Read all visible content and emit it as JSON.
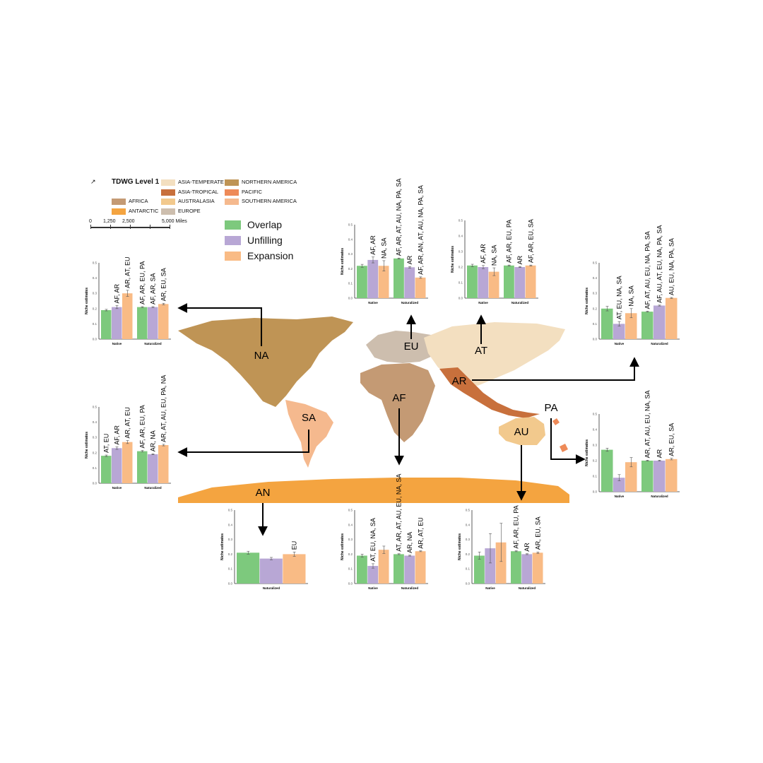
{
  "map_legend": {
    "title": "TDWG Level 1",
    "items": [
      {
        "name": "AFRICA",
        "color": "#c49a74"
      },
      {
        "name": "ANTARCTIC",
        "color": "#f4a440"
      },
      {
        "name": "ASIA-TEMPERATE",
        "color": "#f3dfc0"
      },
      {
        "name": "ASIA-TROPICAL",
        "color": "#c8703c"
      },
      {
        "name": "AUSTRALASIA",
        "color": "#f2c98d"
      },
      {
        "name": "EUROPE",
        "color": "#cdbeae"
      },
      {
        "name": "NORTHERN AMERICA",
        "color": "#bf9455"
      },
      {
        "name": "PACIFIC",
        "color": "#ee8a58"
      },
      {
        "name": "SOUTHERN AMERICA",
        "color": "#f5b98e"
      }
    ],
    "scale_labels": [
      "0",
      "1,250",
      "2,500",
      "5,000 Miles"
    ]
  },
  "series_legend": [
    {
      "name": "Overlap",
      "color": "#7dc97d"
    },
    {
      "name": "Unfilling",
      "color": "#b8a7d5"
    },
    {
      "name": "Expansion",
      "color": "#f9bb85"
    }
  ],
  "region_labels": {
    "NA": "NA",
    "SA": "SA",
    "EU": "EU",
    "AF": "AF",
    "AT": "AT",
    "AR": "AR",
    "PA": "PA",
    "AU": "AU",
    "AN": "AN"
  },
  "chart_data": [
    {
      "id": "NA",
      "type": "bar",
      "ylabel": "Niche estimates",
      "ylim": [
        0,
        0.5
      ],
      "yticks": [
        "0.0",
        "0.1",
        "0.2",
        "0.3",
        "0.4",
        "0.5"
      ],
      "categories": [
        "Native",
        "Naturalized"
      ],
      "series": [
        {
          "name": "Overlap",
          "values": [
            0.19,
            0.21
          ],
          "errors": [
            0.005,
            0.003
          ]
        },
        {
          "name": "Unfilling",
          "values": [
            0.21,
            0.21
          ],
          "errors": [
            0.01,
            0.003
          ]
        },
        {
          "name": "Expansion",
          "values": [
            0.3,
            0.23
          ],
          "errors": [
            0.02,
            0.005
          ]
        }
      ],
      "labels": [
        [
          "",
          "AF, AR",
          "AR, AT, EU"
        ],
        [
          "AF, AR, EU, PA",
          "AF, AR, SA",
          "AR, EU, SA"
        ]
      ]
    },
    {
      "id": "EU",
      "type": "bar",
      "ylabel": "Niche estimates",
      "ylim": [
        0,
        0.5
      ],
      "yticks": [
        "0.0",
        "0.1",
        "0.2",
        "0.3",
        "0.4",
        "0.5"
      ],
      "categories": [
        "Native",
        "Naturalized"
      ],
      "series": [
        {
          "name": "Overlap",
          "values": [
            0.22,
            0.27
          ],
          "errors": [
            0.01,
            0.003
          ]
        },
        {
          "name": "Unfilling",
          "values": [
            0.26,
            0.21
          ],
          "errors": [
            0.02,
            0.005
          ]
        },
        {
          "name": "Expansion",
          "values": [
            0.22,
            0.14
          ],
          "errors": [
            0.035,
            0.005
          ]
        }
      ],
      "labels": [
        [
          "",
          "AF, AR",
          "NA, SA"
        ],
        [
          "AF, AR, AT, AU, NA, PA, SA",
          "AR",
          "AF, AR, AN, AT, AU, NA, PA, SA"
        ]
      ]
    },
    {
      "id": "AT",
      "type": "bar",
      "ylabel": "Niche estimates",
      "ylim": [
        0,
        0.5
      ],
      "yticks": [
        "0.0",
        "0.1",
        "0.2",
        "0.3",
        "0.4",
        "0.5"
      ],
      "categories": [
        "Native",
        "Naturalized"
      ],
      "series": [
        {
          "name": "Overlap",
          "values": [
            0.21,
            0.21
          ],
          "errors": [
            0.008,
            0.003
          ]
        },
        {
          "name": "Unfilling",
          "values": [
            0.2,
            0.2
          ],
          "errors": [
            0.01,
            0.003
          ]
        },
        {
          "name": "Expansion",
          "values": [
            0.17,
            0.21
          ],
          "errors": [
            0.025,
            0.003
          ]
        }
      ],
      "labels": [
        [
          "",
          "AF, AR",
          "NA, SA"
        ],
        [
          "AF, AR, EU, PA",
          "AR",
          "AF, AR, EU, SA"
        ]
      ]
    },
    {
      "id": "AR",
      "type": "bar",
      "ylabel": "Niche estimates",
      "ylim": [
        0,
        0.5
      ],
      "yticks": [
        "0.0",
        "0.1",
        "0.2",
        "0.3",
        "0.4",
        "0.5"
      ],
      "categories": [
        "Native",
        "Naturalized"
      ],
      "series": [
        {
          "name": "Overlap",
          "values": [
            0.2,
            0.18
          ],
          "errors": [
            0.015,
            0.003
          ]
        },
        {
          "name": "Unfilling",
          "values": [
            0.1,
            0.22
          ],
          "errors": [
            0.015,
            0.003
          ]
        },
        {
          "name": "Expansion",
          "values": [
            0.17,
            0.27
          ],
          "errors": [
            0.03,
            0.003
          ]
        }
      ],
      "labels": [
        [
          "",
          "AT, EU, NA, SA",
          "NA, SA"
        ],
        [
          "AF, AT, AU, EU, NA, PA, SA",
          "AF, AU, AT, EU, NA, PA, SA",
          "AU, EU, NA, PA, SA"
        ]
      ]
    },
    {
      "id": "SA",
      "type": "bar",
      "ylabel": "Niche estimates",
      "ylim": [
        0,
        0.5
      ],
      "yticks": [
        "0.0",
        "0.1",
        "0.2",
        "0.3",
        "0.4",
        "0.5"
      ],
      "categories": [
        "Native",
        "Naturalized"
      ],
      "series": [
        {
          "name": "Overlap",
          "values": [
            0.18,
            0.21
          ],
          "errors": [
            0.005,
            0.005
          ]
        },
        {
          "name": "Unfilling",
          "values": [
            0.23,
            0.19
          ],
          "errors": [
            0.008,
            0.003
          ]
        },
        {
          "name": "Expansion",
          "values": [
            0.27,
            0.25
          ],
          "errors": [
            0.01,
            0.005
          ]
        }
      ],
      "labels": [
        [
          "AT, EU",
          "AF, AR",
          "AR, AT, EU"
        ],
        [
          "AF, AR, EU, PA",
          "AR, NA",
          "AR, AT, AU, EU, PA, NA"
        ]
      ]
    },
    {
      "id": "PA",
      "type": "bar",
      "ylabel": "Niche estimates",
      "ylim": [
        0,
        0.5
      ],
      "yticks": [
        "0.0",
        "0.1",
        "0.2",
        "0.3",
        "0.4",
        "0.5"
      ],
      "categories": [
        "Native",
        "Naturalized"
      ],
      "series": [
        {
          "name": "Overlap",
          "values": [
            0.27,
            0.2
          ],
          "errors": [
            0.01,
            0.003
          ]
        },
        {
          "name": "Unfilling",
          "values": [
            0.09,
            0.2
          ],
          "errors": [
            0.02,
            0.003
          ]
        },
        {
          "name": "Expansion",
          "values": [
            0.19,
            0.21
          ],
          "errors": [
            0.03,
            0.005
          ]
        }
      ],
      "labels": [
        [
          "",
          "",
          ""
        ],
        [
          "AR, AT, AU, EU, NA, SA",
          "AR",
          "AR, EU, SA"
        ]
      ]
    },
    {
      "id": "AN",
      "type": "bar",
      "ylabel": "Niche estimates",
      "ylim": [
        0,
        0.5
      ],
      "yticks": [
        "0.0",
        "0.1",
        "0.2",
        "0.3",
        "0.4",
        "0.5"
      ],
      "categories": [
        "Naturalized"
      ],
      "series": [
        {
          "name": "Overlap",
          "values": [
            0.21
          ],
          "errors": [
            0.01
          ]
        },
        {
          "name": "Unfilling",
          "values": [
            0.17
          ],
          "errors": [
            0.008
          ]
        },
        {
          "name": "Expansion",
          "values": [
            0.2
          ],
          "errors": [
            0.015
          ]
        }
      ],
      "labels": [
        [
          "",
          "",
          "EU"
        ]
      ]
    },
    {
      "id": "AF",
      "type": "bar",
      "ylabel": "Niche estimates",
      "ylim": [
        0,
        0.5
      ],
      "yticks": [
        "0.0",
        "0.1",
        "0.2",
        "0.3",
        "0.4",
        "0.5"
      ],
      "categories": [
        "Native",
        "Naturalized"
      ],
      "series": [
        {
          "name": "Overlap",
          "values": [
            0.19,
            0.2
          ],
          "errors": [
            0.01,
            0.003
          ]
        },
        {
          "name": "Unfilling",
          "values": [
            0.12,
            0.19
          ],
          "errors": [
            0.015,
            0.003
          ]
        },
        {
          "name": "Expansion",
          "values": [
            0.23,
            0.22
          ],
          "errors": [
            0.025,
            0.003
          ]
        }
      ],
      "labels": [
        [
          "",
          "AT, EU, NA, SA",
          ""
        ],
        [
          "AT, AR, AT, AU, EU, NA, SA",
          "AR, NA",
          "AR, AT, EU"
        ]
      ]
    },
    {
      "id": "AU",
      "type": "bar",
      "ylabel": "Niche estimates",
      "ylim": [
        0,
        0.5
      ],
      "yticks": [
        "0.0",
        "0.1",
        "0.2",
        "0.3",
        "0.4",
        "0.5"
      ],
      "categories": [
        "Native",
        "Naturalized"
      ],
      "series": [
        {
          "name": "Overlap",
          "values": [
            0.19,
            0.22
          ],
          "errors": [
            0.025,
            0.003
          ]
        },
        {
          "name": "Unfilling",
          "values": [
            0.24,
            0.2
          ],
          "errors": [
            0.1,
            0.003
          ]
        },
        {
          "name": "Expansion",
          "values": [
            0.28,
            0.21
          ],
          "errors": [
            0.13,
            0.005
          ]
        }
      ],
      "labels": [
        [
          "",
          "",
          ""
        ],
        [
          "AF, AR, EU, PA",
          "AR",
          "AR, EU, SA"
        ]
      ]
    }
  ]
}
